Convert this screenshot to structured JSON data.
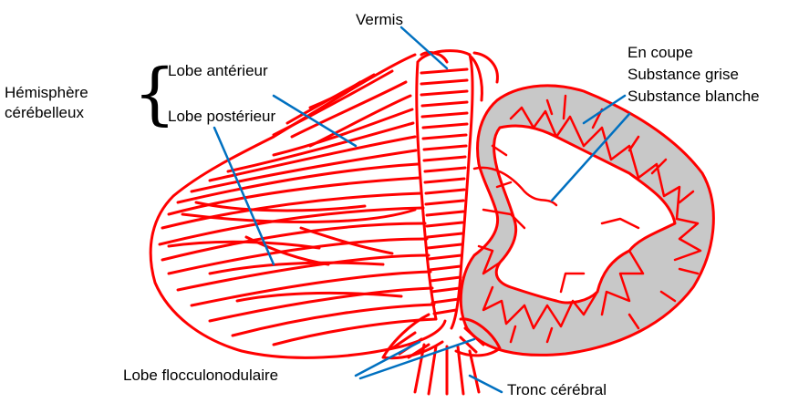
{
  "labels": {
    "vermis": "Vermis",
    "hemisphere_line1": "Hémisphère",
    "hemisphere_line2": "cérébelleux",
    "lobe_anterieur": "Lobe antérieur",
    "lobe_posterieur": "Lobe postérieur",
    "en_coupe": "En coupe",
    "substance_grise": "Substance grise",
    "substance_blanche": "Substance blanche",
    "lobe_flocculonodulaire": "Lobe flocculonodulaire",
    "tronc_cerebral": "Tronc cérébral"
  },
  "colors": {
    "outline": "#ff0000",
    "grey_matter": "#c8c8c8",
    "leader_line": "#0070c0",
    "text": "#000000"
  }
}
